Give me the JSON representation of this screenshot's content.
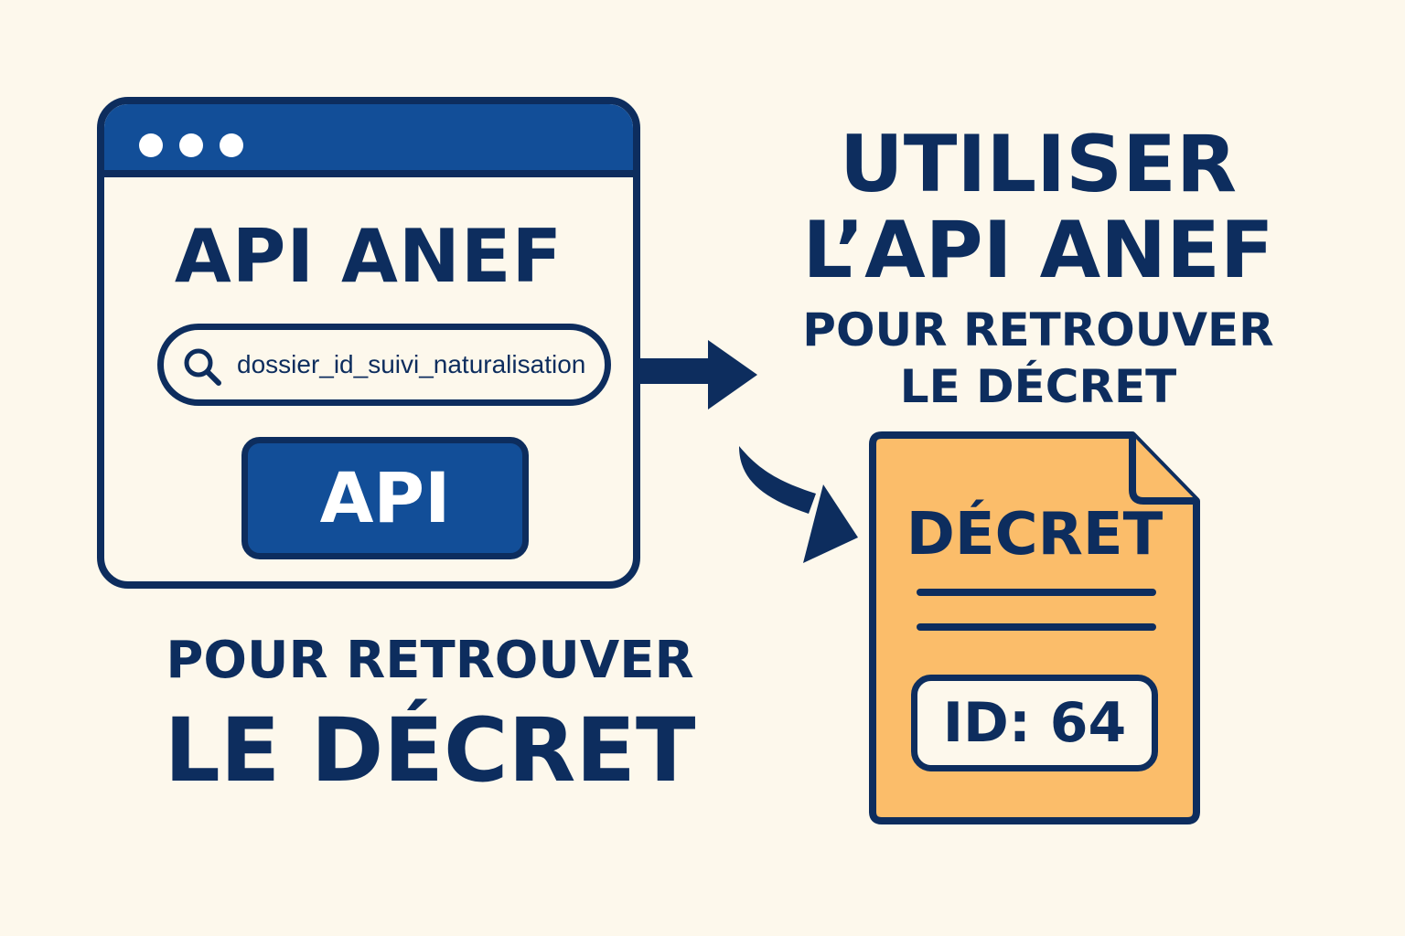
{
  "window": {
    "title": "API ANEF",
    "search_value": "dossier_id_suivi_naturalisation",
    "api_button_label": "API"
  },
  "left_caption": {
    "line1": "POUR RETROUVER",
    "line2": "LE DÉCRET"
  },
  "right_heading": {
    "line1": "UTILISER",
    "line2": "L’API ANEF",
    "line3": "POUR RETROUVER",
    "line4": "LE DÉCRET"
  },
  "document": {
    "title": "DÉCRET",
    "id_label": "ID: 64"
  },
  "colors": {
    "background": "#fdf8ec",
    "navy": "#0d2d5e",
    "blue": "#124e98",
    "document_orange": "#fbbd6a"
  },
  "icons": [
    "search-icon",
    "arrow-right-icon",
    "curved-arrow-icon",
    "document-icon"
  ]
}
